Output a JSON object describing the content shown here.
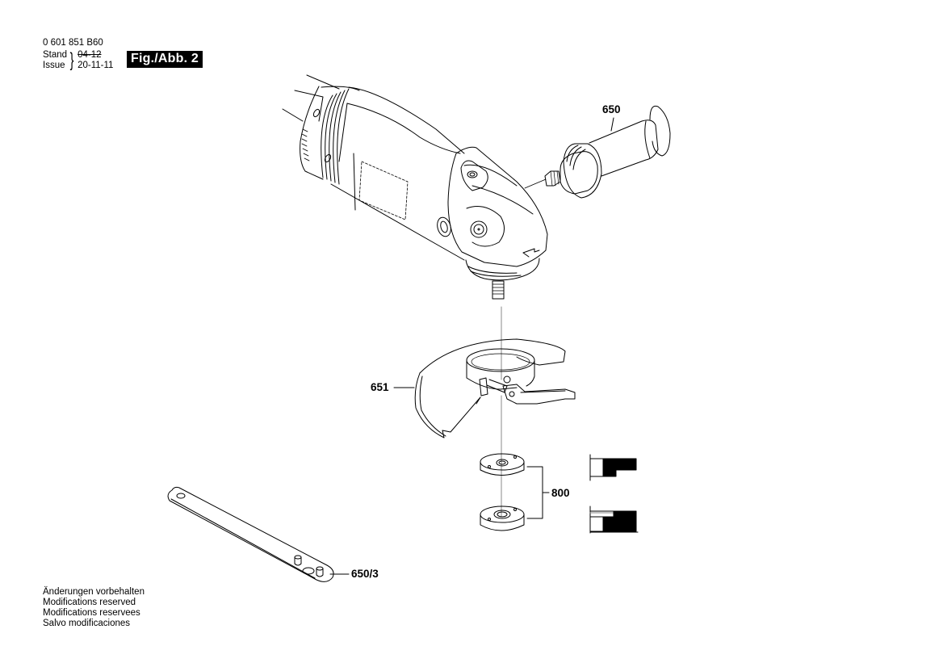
{
  "header": {
    "part_number": "0 601 851 B60",
    "stand_label": "Stand",
    "issue_label": "Issue",
    "stand_date_old": "04-12",
    "issue_date": "20-11-11",
    "figure_label": "Fig./Abb. 2"
  },
  "callouts": {
    "side_handle": "650",
    "wheel_guard": "651",
    "flange_nuts": "800",
    "spanner": "650/3"
  },
  "disclaimer": {
    "lines": [
      "Änderungen vorbehalten",
      "Modifications reserved",
      "Modifications reservees",
      "Salvo modificaciones"
    ]
  },
  "parts": [
    {
      "id": "650",
      "name": "side-handle"
    },
    {
      "id": "651",
      "name": "wheel-guard"
    },
    {
      "id": "800",
      "name": "clamping-flange-nut-set"
    },
    {
      "id": "650/3",
      "name": "two-pin-spanner"
    }
  ],
  "colors": {
    "line": "#000000",
    "leader": "#888888",
    "label_bg": "#000000",
    "label_fg": "#ffffff"
  }
}
